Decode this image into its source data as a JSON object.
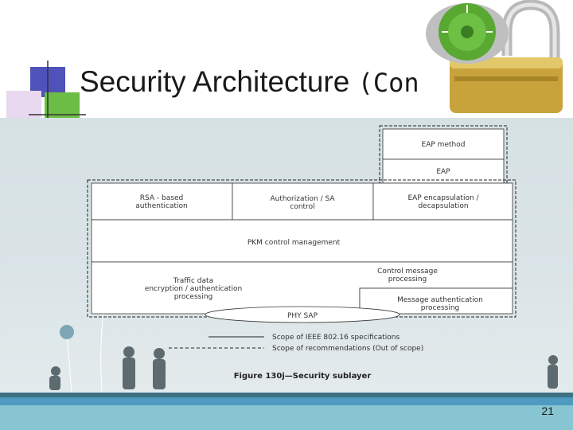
{
  "slide": {
    "title": "Security Architecture",
    "title_suffix": "(Cont.)",
    "page_number": "21"
  },
  "diagram": {
    "eap_method": "EAP method",
    "eap": "EAP",
    "rsa_line1": "RSA - based",
    "rsa_line2": "authentication",
    "authz_line1": "Authorization / SA",
    "authz_line2": "control",
    "eap_encap_line1": "EAP encapsulation /",
    "eap_encap_line2": "decapsulation",
    "pkm": "PKM control management",
    "traffic_line1": "Traffic data",
    "traffic_line2": "encryption / authentication",
    "traffic_line3": "processing",
    "control_msg_line1": "Control message",
    "control_msg_line2": "processing",
    "msg_auth_line1": "Message authentication",
    "msg_auth_line2": "processing",
    "phy_sap": "PHY SAP",
    "legend_scope_ieee": "Scope of IEEE 802.16 specifications",
    "legend_scope_rec": "Scope of recommendations (Out of scope)",
    "caption": "Figure 130j—Security sublayer"
  },
  "colors": {
    "background_panel": "#d9e3e6",
    "footer_bar": "#86c5d1",
    "accent_bar": "#4f9ac0",
    "lock_green": "#5aa832"
  }
}
